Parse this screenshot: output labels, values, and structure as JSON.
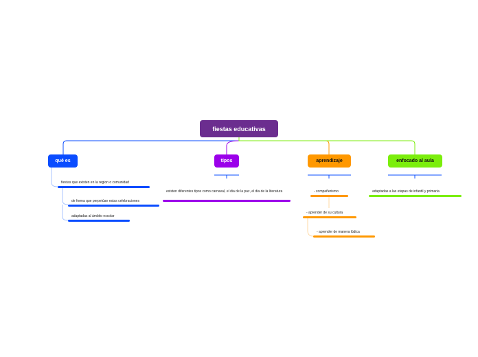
{
  "colors": {
    "root": "#6b2d8f",
    "que_es": "#0a4cff",
    "tipos": "#9b00ea",
    "aprendizaje": "#ff9800",
    "enfocado": "#7bee0c"
  },
  "root": {
    "label": "fiestas educativas"
  },
  "branches": [
    {
      "label": "qué es",
      "children": [
        "fiestas que existen en la region o comunidad",
        "de forma que perpetúan estas celebraciones",
        "adaptadas al ámbito escolar"
      ]
    },
    {
      "label": "tipos",
      "children": [
        "existen diferentes tipos como carnaval, el dia de la paz, el dia de la literatura"
      ]
    },
    {
      "label": "aprendizaje",
      "children": [
        "- compañerismo",
        "- aprender de su cultura",
        "- aprender de manera lúdica"
      ]
    },
    {
      "label": "enfocado al aula",
      "children": [
        "adaptadas a las etapas de infantil y primaria"
      ]
    }
  ]
}
